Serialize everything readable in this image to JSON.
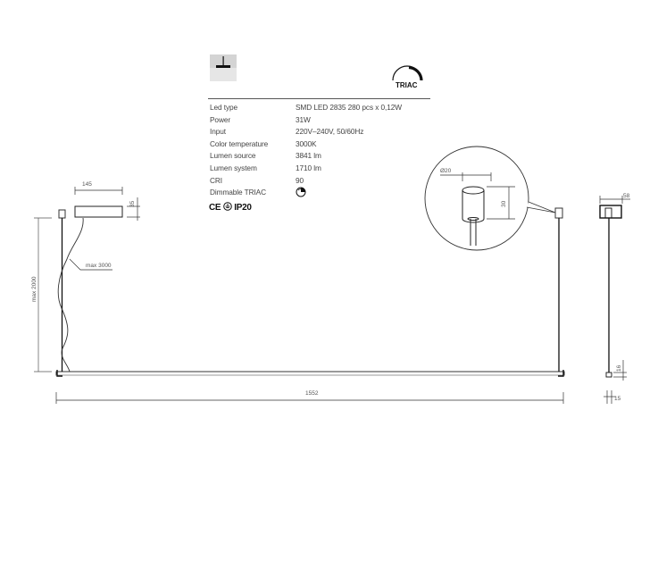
{
  "header": {
    "mount_icon": "pendant-mount-icon",
    "dimmer_logo": {
      "icon": "triac-dimmer-icon",
      "label": "TRIAC"
    }
  },
  "specs": [
    {
      "label": "Led type",
      "value": "SMD LED 2835 280 pcs x 0,12W"
    },
    {
      "label": "Power",
      "value": "31W"
    },
    {
      "label": "Input",
      "value": "220V–240V, 50/60Hz"
    },
    {
      "label": "Color temperature",
      "value": "3000K"
    },
    {
      "label": "Lumen source",
      "value": "3841 lm"
    },
    {
      "label": "Lumen system",
      "value": "1710 lm"
    },
    {
      "label": "CRI",
      "value": "90"
    },
    {
      "label": "Dimmable TRIAC",
      "value": "",
      "icon": "dimmable-icon"
    }
  ],
  "certifications": {
    "ce": "CE",
    "class": "class-ii-icon",
    "ip": "IP20"
  },
  "dimensions": {
    "canopy_width": "145",
    "canopy_height": "35",
    "cable_length": "max 3000",
    "suspension_height": "max 2000",
    "total_length": "1552",
    "detail_diameter": "Ø20",
    "detail_height": "30",
    "side_width": "58",
    "profile_height": "16",
    "profile_width": "15"
  }
}
